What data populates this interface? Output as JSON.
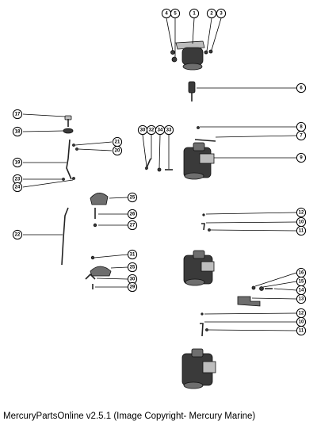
{
  "caption": "MercuryPartsOnline v2.5.1 (Image Copyright- Mercury Marine)",
  "callouts": [
    {
      "id": "c-4a",
      "label": "4"
    },
    {
      "id": "c-5a",
      "label": "5"
    },
    {
      "id": "c-1",
      "label": "1"
    },
    {
      "id": "c-2",
      "label": "2"
    },
    {
      "id": "c-3",
      "label": "3"
    },
    {
      "id": "c-6",
      "label": "6"
    },
    {
      "id": "c-8a",
      "label": "8"
    },
    {
      "id": "c-7",
      "label": "7"
    },
    {
      "id": "c-9",
      "label": "9"
    },
    {
      "id": "c-17",
      "label": "17"
    },
    {
      "id": "c-18",
      "label": "18"
    },
    {
      "id": "c-21a",
      "label": "21"
    },
    {
      "id": "c-20a",
      "label": "20"
    },
    {
      "id": "c-19",
      "label": "19"
    },
    {
      "id": "c-23",
      "label": "23"
    },
    {
      "id": "c-24",
      "label": "24"
    },
    {
      "id": "c-30a",
      "label": "30"
    },
    {
      "id": "c-32",
      "label": "32"
    },
    {
      "id": "c-34",
      "label": "34"
    },
    {
      "id": "c-33",
      "label": "33"
    },
    {
      "id": "c-25a",
      "label": "25"
    },
    {
      "id": "c-26",
      "label": "26"
    },
    {
      "id": "c-27",
      "label": "27"
    },
    {
      "id": "c-22",
      "label": "22"
    },
    {
      "id": "c-12a",
      "label": "12"
    },
    {
      "id": "c-10a",
      "label": "10"
    },
    {
      "id": "c-11a",
      "label": "11"
    },
    {
      "id": "c-31",
      "label": "31"
    },
    {
      "id": "c-25b",
      "label": "25"
    },
    {
      "id": "c-30b",
      "label": "30"
    },
    {
      "id": "c-29",
      "label": "29"
    },
    {
      "id": "c-16",
      "label": "16"
    },
    {
      "id": "c-15",
      "label": "15"
    },
    {
      "id": "c-14",
      "label": "14"
    },
    {
      "id": "c-13",
      "label": "13"
    },
    {
      "id": "c-12b",
      "label": "12"
    },
    {
      "id": "c-10b",
      "label": "10"
    },
    {
      "id": "c-11b",
      "label": "11"
    }
  ]
}
